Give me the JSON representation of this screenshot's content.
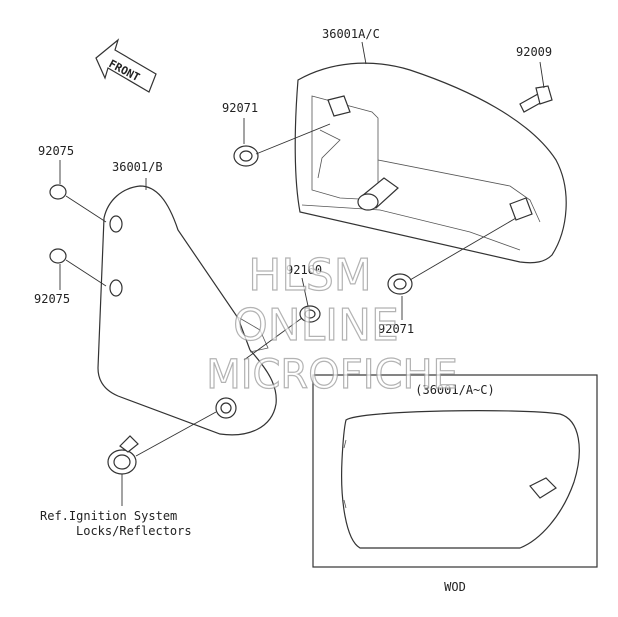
{
  "diagram": {
    "front_arrow_text": "FRONT",
    "labels": {
      "p36001ac": "36001A/C",
      "p92009": "92009",
      "p92071_top": "92071",
      "p92075_top": "92075",
      "p36001b": "36001/B",
      "p92075_bottom": "92075",
      "p92160": "92160",
      "p92071_bottom": "92071",
      "ref_line1": "Ref.Ignition System",
      "ref_line2": "Locks/Reflectors"
    },
    "inset": {
      "title": "(36001/A~C)",
      "caption": "WOD"
    },
    "watermark": {
      "line1": "HLSM",
      "line2": "ONLINE",
      "line3": "MICROFICHE"
    }
  }
}
